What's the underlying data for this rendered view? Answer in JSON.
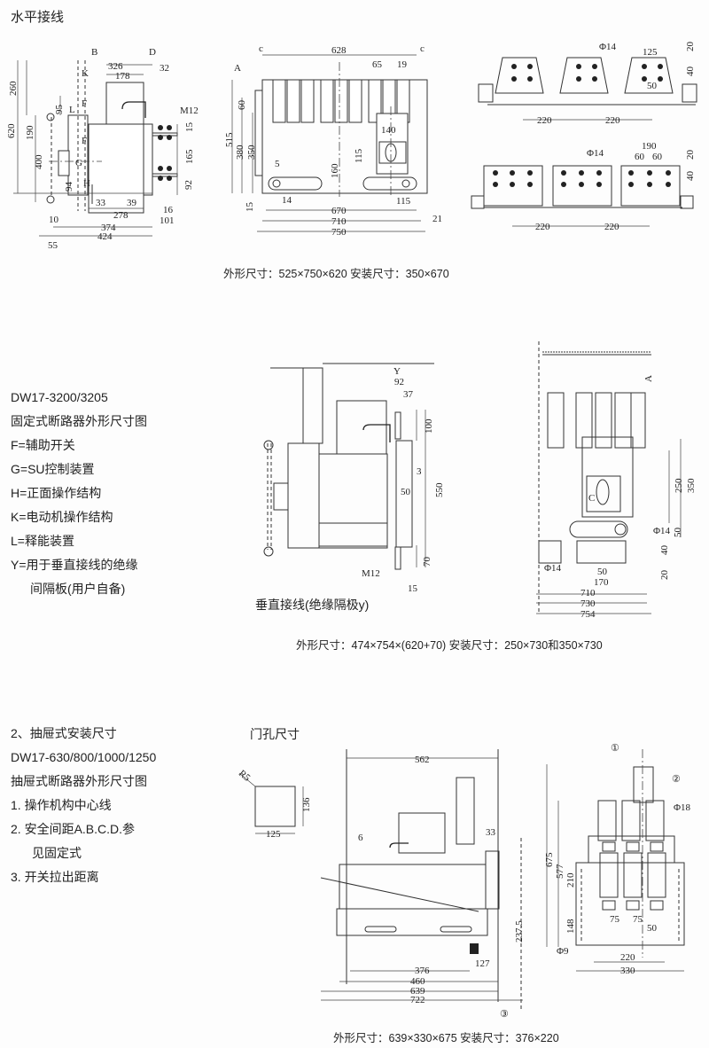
{
  "section1": {
    "title": "水平接线",
    "caption": "外形尺寸：525×750×620  安装尺寸：350×670",
    "side_view_dims": [
      "B",
      "D",
      "326",
      "178",
      "32",
      "260",
      "620",
      "190",
      "400",
      "95",
      "L",
      "K",
      "F",
      "F",
      "G",
      "H",
      "M12",
      "15",
      "165",
      "92",
      "94",
      "33",
      "39",
      "278",
      "16",
      "101",
      "10",
      "374",
      "424",
      "55"
    ],
    "front_view_dims": [
      "c",
      "628",
      "c",
      "65",
      "19",
      "A",
      "60",
      "515",
      "380",
      "350",
      "140",
      "115",
      "5",
      "160",
      "14",
      "15",
      "115",
      "670",
      "710",
      "750",
      "21"
    ],
    "terminal_top_dims": [
      "Φ14",
      "125",
      "20",
      "40",
      "50",
      "220",
      "220"
    ],
    "terminal_bottom_dims": [
      "Φ14",
      "190",
      "60",
      "60",
      "20",
      "40",
      "220",
      "220"
    ]
  },
  "section2": {
    "legend": [
      "DW17-3200/3205",
      "固定式断路器外形尺寸图",
      "F=辅助开关",
      "G=SU控制装置",
      "H=正面操作结构",
      "K=电动机操作结构",
      "L=释能装置",
      "Y=用于垂直接线的绝缘",
      "间隔板(用户自备)"
    ],
    "side_view_label": "垂直接线(绝缘隔极y)",
    "side_view_dims": [
      "Y",
      "92",
      "37",
      "100",
      "3",
      "50",
      "550",
      "70",
      "M12",
      "15"
    ],
    "front_view_dims": [
      "A",
      "C",
      "250",
      "350",
      "50",
      "Φ14",
      "Φ14",
      "40",
      "20",
      "50",
      "170",
      "710",
      "730",
      "754"
    ],
    "caption": "外形尺寸：474×754×(620+70)  安装尺寸：250×730和350×730"
  },
  "section3": {
    "legend": [
      "2、抽屉式安装尺寸",
      "DW17-630/800/1000/1250",
      "抽屉式断路器外形尺寸图",
      "1.  操作机构中心线",
      "2.  安全间距A.B.C.D.参",
      "见固定式",
      "3.  开关拉出距离"
    ],
    "door_hole": {
      "title": "门孔尺寸",
      "radius": "R5",
      "height": "136",
      "width": "125"
    },
    "side_view_dims": [
      "562",
      "6",
      "33",
      "237.5",
      "376",
      "127",
      "460",
      "639",
      "722",
      "③"
    ],
    "front_view_dims": [
      "①",
      "②",
      "Φ18",
      "675",
      "577",
      "210",
      "148",
      "75",
      "75",
      "50",
      "Φ9",
      "220",
      "330"
    ],
    "caption": "外形尺寸：639×330×675  安装尺寸：376×220"
  }
}
